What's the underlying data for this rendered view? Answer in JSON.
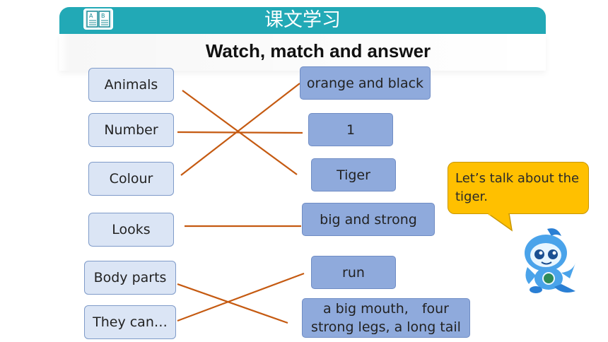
{
  "header": {
    "title": "课文学习",
    "icon": "book-icon"
  },
  "subtitle": "Watch, match and answer",
  "left_items": [
    "Animals",
    "Number",
    "Colour",
    "Looks",
    "Body parts",
    "They can…"
  ],
  "right_items": [
    "orange and black",
    "1",
    "Tiger",
    "big and strong",
    "run",
    "a big mouth,　four strong legs, a long tail"
  ],
  "speech_bubble": "Let’s talk about the tiger.",
  "colors": {
    "header": "#22a9b6",
    "left_box": "#dbe5f5",
    "right_box": "#8faadc",
    "line": "#c55a11",
    "bubble": "#ffc000"
  }
}
